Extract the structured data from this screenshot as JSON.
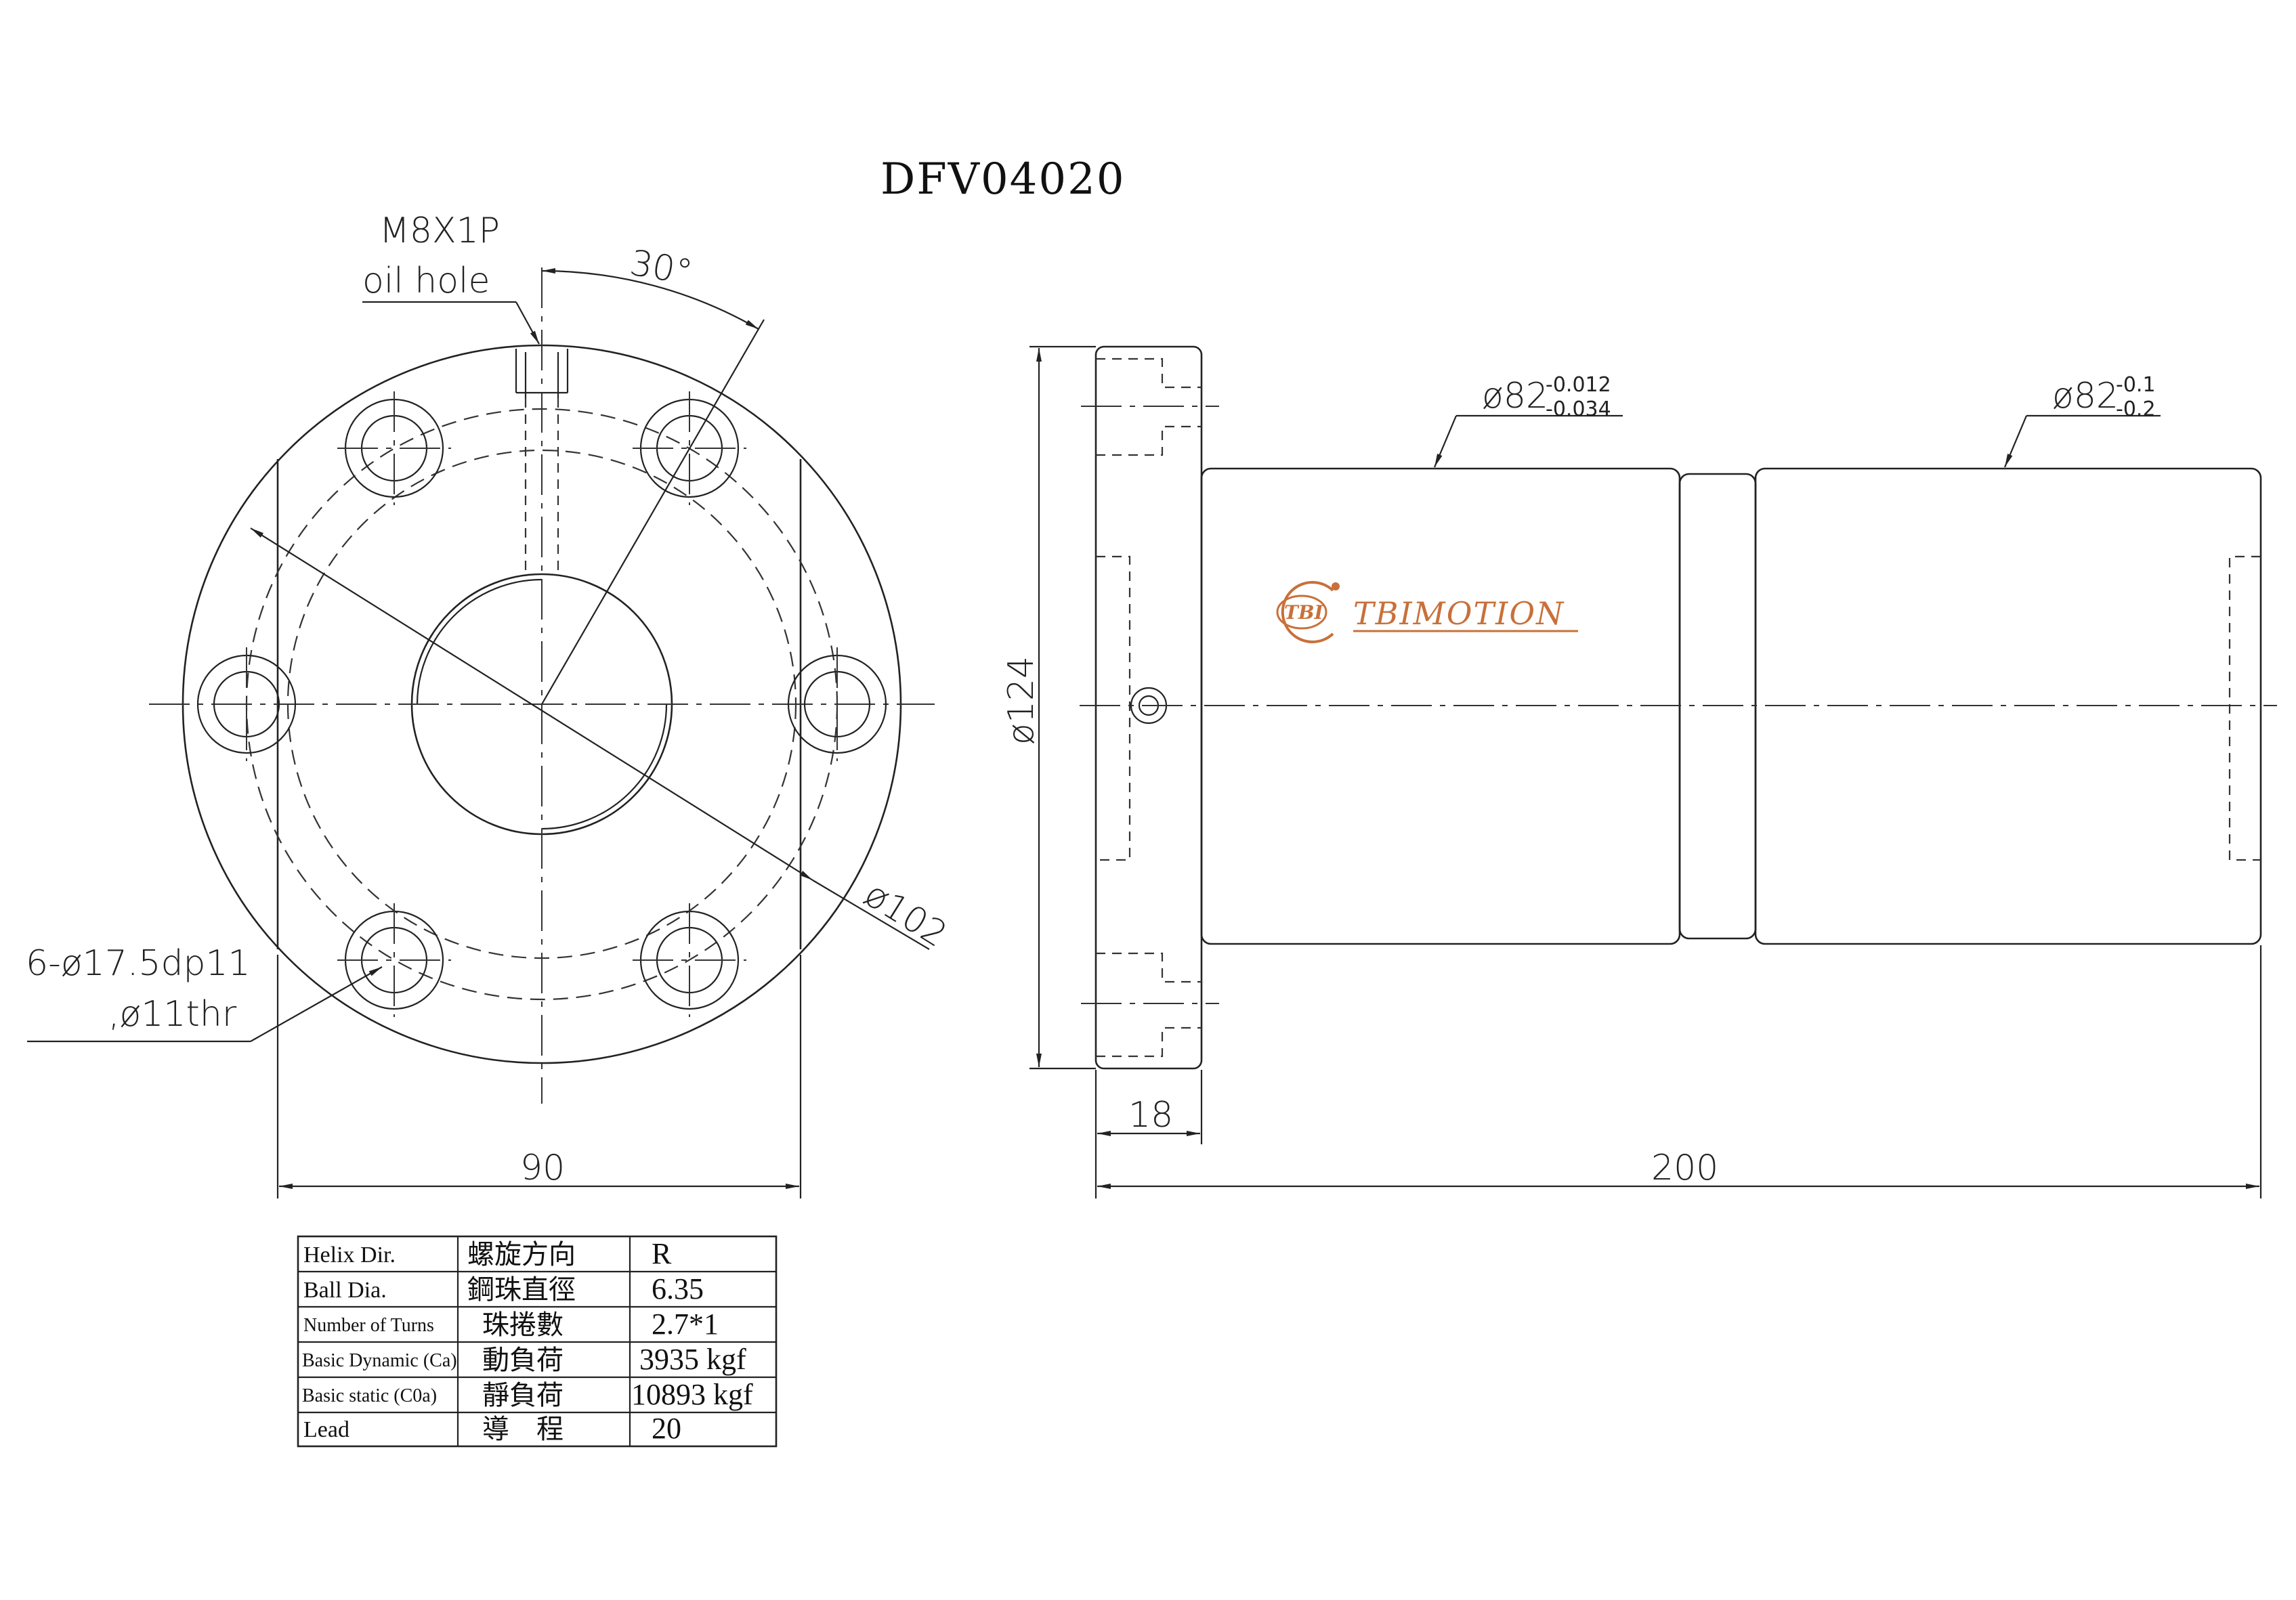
{
  "title": "DFV04020",
  "front_view": {
    "oil_hole_callout": {
      "line1": "M8X1P",
      "line2": "oil hole"
    },
    "angle_label": "30°",
    "pcd_label": "ø102",
    "hole_callout": {
      "line1": "6-ø17.5dp11",
      "line2": ",ø11thr"
    },
    "width_dim": "90"
  },
  "side_view": {
    "diameter_label": "ø124",
    "body_dia_1": {
      "base": "ø82",
      "upper": "-0.012",
      "lower": "-0.034"
    },
    "body_dia_2": {
      "base": "ø82",
      "upper": "-0.1",
      "lower": "-0.2"
    },
    "flange_thickness_dim": "18",
    "length_dim": "200",
    "logo": {
      "mark": "TBI",
      "text": "TBIMOTION",
      "color": "#c8703a"
    }
  },
  "spec_table": {
    "rows": [
      {
        "en": "Helix  Dir.",
        "zh": "螺旋方向",
        "value": "R"
      },
      {
        "en": "Ball Dia.",
        "zh": "鋼珠直徑",
        "value": "6.35"
      },
      {
        "en": "Number of Turns",
        "zh": "珠捲數",
        "value": "2.7*1"
      },
      {
        "en": "Basic Dynamic (Ca)",
        "zh": "動負荷",
        "value": "3935 kgf"
      },
      {
        "en": "Basic static (C0a)",
        "zh": "靜負荷",
        "value": "10893 kgf"
      },
      {
        "en": "Lead",
        "zh": "導　程",
        "value": "20"
      }
    ]
  }
}
